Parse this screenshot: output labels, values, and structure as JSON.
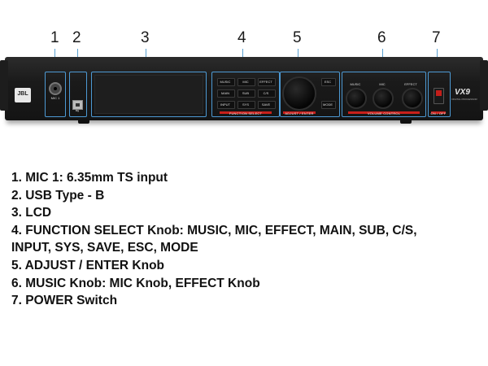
{
  "callouts": [
    "1",
    "2",
    "3",
    "4",
    "5",
    "6",
    "7"
  ],
  "panel": {
    "brand": "JBL",
    "mic_label": "MIC 1",
    "function_buttons": [
      "MUSIC",
      "MIC",
      "EFFECT",
      "MAIN",
      "SUB",
      "C/S",
      "INPUT",
      "SYS",
      "SAVE"
    ],
    "esc_label": "ESC",
    "mode_label": "MODE",
    "function_select_label": "FUNCTION SELECT",
    "adjust_label": "ADJUST / ENTER",
    "volume_knobs": [
      "MUSIC",
      "MIC",
      "EFFECT"
    ],
    "volume_label": "VOLUME CONTROL",
    "power_label": "ON / OFF",
    "model": "VX9",
    "model_sub": "DIGITAL PROCESSOR"
  },
  "descriptions": [
    "1. MIC 1: 6.35mm TS input",
    "2. USB Type - B",
    "3. LCD",
    "4. FUNCTION SELECT Knob: MUSIC, MIC, EFFECT, MAIN, SUB, C/S,",
    "INPUT, SYS, SAVE, ESC, MODE",
    "5. ADJUST / ENTER Knob",
    "6. MUSIC Knob: MIC Knob, EFFECT Knob",
    "7. POWER Switch"
  ]
}
